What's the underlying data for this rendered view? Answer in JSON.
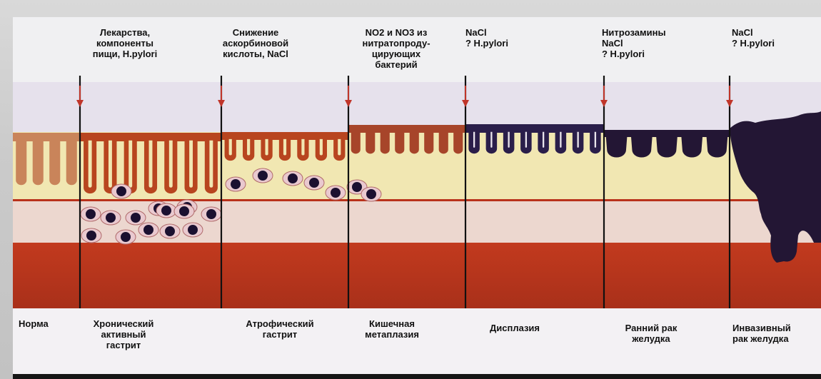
{
  "top_factors": [
    "Лекарства,\nкомпоненты\nпищи, H.pylori",
    "Снижение\nаскорбиновой\nкислоты, NaCl",
    "NO2 и NO3 из\nнитратопроду-\nцирующих\nбактерий",
    "NaCl\n? H.pylori",
    "Нитрозамины\nNaCl\n? H.pylori",
    "NaCl\n? H.pylori"
  ],
  "stages": [
    "Норма",
    "Хронический\nактивный\nгастрит",
    "Атрофический\nгастрит",
    "Кишечная\nметаплазия",
    "Дисплазия",
    "Ранний рак\nжелудка",
    "Инвазивный\nрак желудка"
  ],
  "colors": {
    "lumen": "#e6e1ec",
    "mucosa_lamina": "#f1e7b2",
    "submucosa": "#ecd7cf",
    "muscularis": "#b9321b",
    "normal_epithelium": "#c9845a",
    "gastritis_epithelium": "#b8451f",
    "dysplasia_epithelium": "#2a1e4a",
    "tumor": "#231634",
    "divider": "#111111",
    "arrow": "#c0352a"
  }
}
